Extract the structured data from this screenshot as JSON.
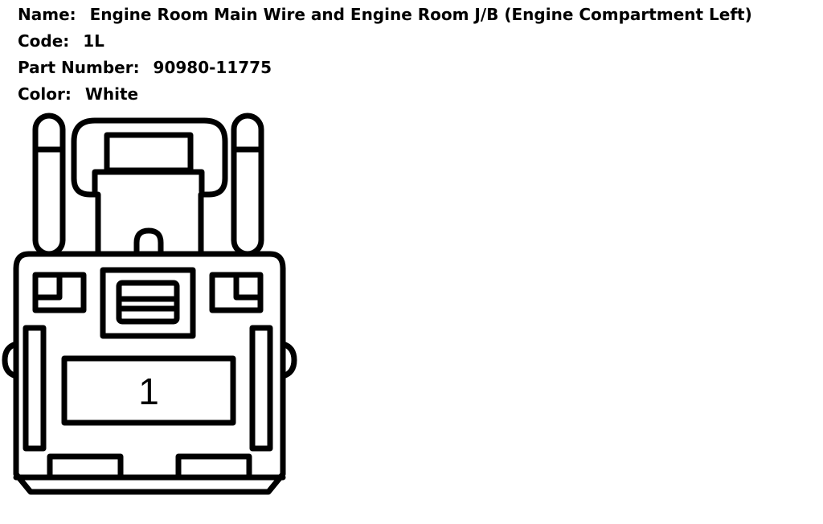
{
  "info": {
    "name_label": "Name:",
    "name_value": "Engine Room Main Wire and Engine Room J/B (Engine Compartment Left)",
    "code_label": "Code:",
    "code_value": "1L",
    "part_label": "Part Number:",
    "part_value": "90980-11775",
    "color_label": "Color:",
    "color_value": "White"
  },
  "connector": {
    "terminal_number": "1"
  }
}
